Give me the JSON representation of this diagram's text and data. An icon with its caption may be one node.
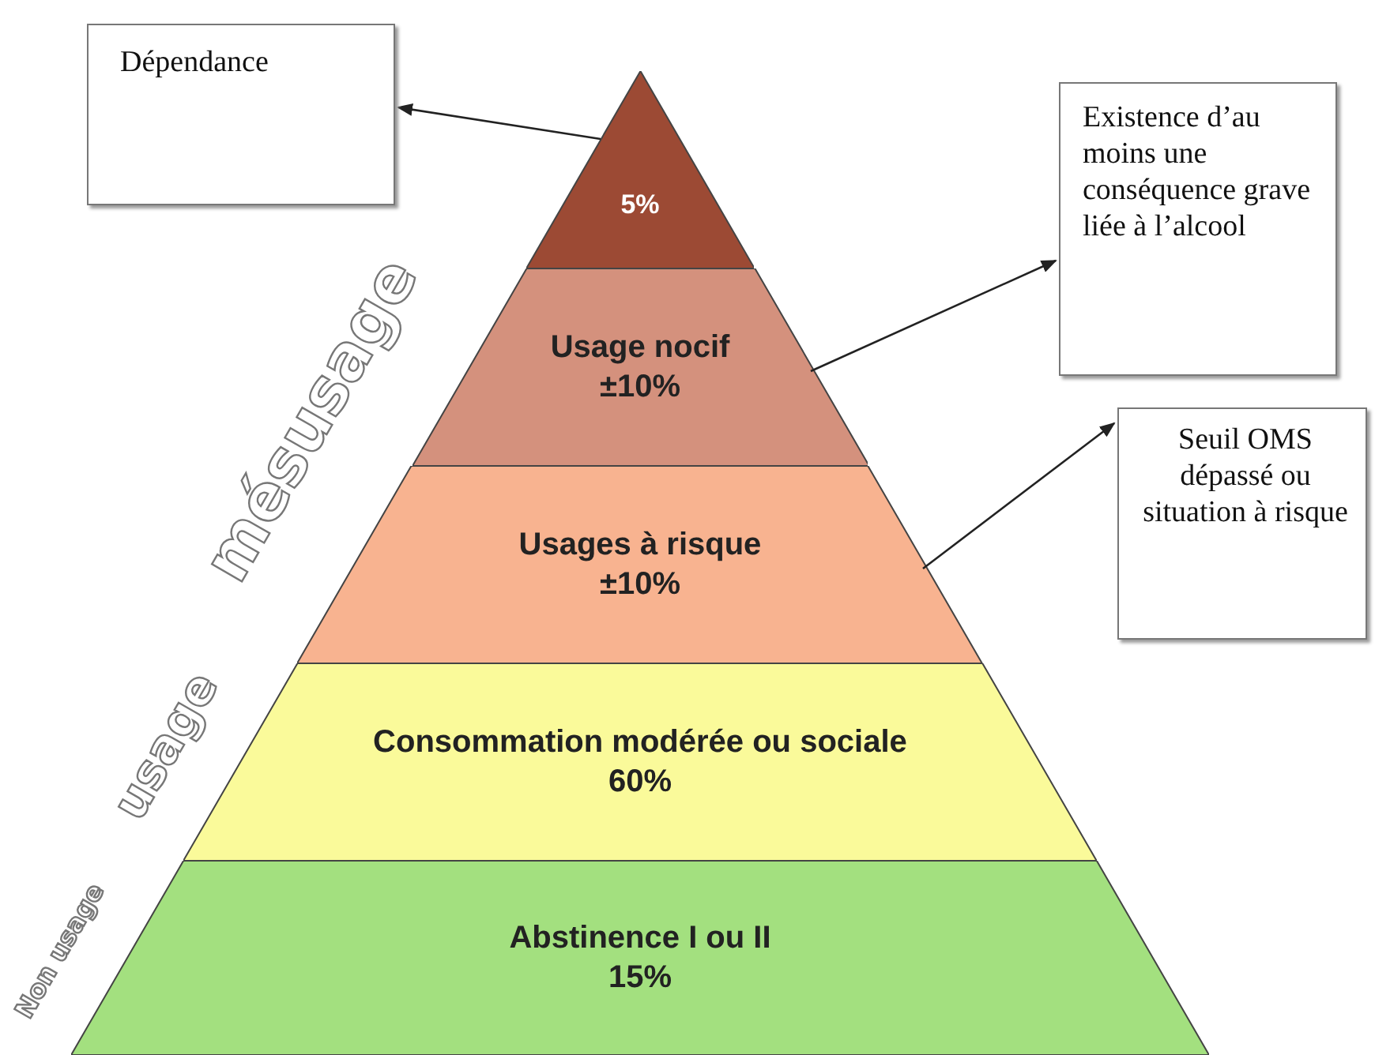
{
  "diagram": {
    "nodes": [
      {
        "text": [
          "5%"
        ]
      },
      {
        "text": [
          "Usage nocif",
          "±10%"
        ]
      },
      {
        "text": [
          "Usages à risque",
          "±10%"
        ]
      },
      {
        "text": [
          "Consommation modérée ou sociale",
          "60%"
        ]
      },
      {
        "text": [
          "Abstinence I ou II",
          "15%"
        ]
      },
      {
        "text": [
          "Dépendance"
        ]
      },
      {
        "text": [
          "Existence d’au moins une conséquence grave liée à l’alcool"
        ]
      },
      {
        "text": [
          "Seuil OMS dépassé ou situation à risque"
        ]
      }
    ],
    "edges": [
      {
        "from": 0,
        "to": 5,
        "arrow": "to"
      },
      {
        "from": 1,
        "to": 6,
        "arrow": "to"
      },
      {
        "from": 2,
        "to": 7,
        "arrow": "to"
      }
    ],
    "labels": [
      "Non usage",
      "usage",
      "mésusage"
    ]
  }
}
